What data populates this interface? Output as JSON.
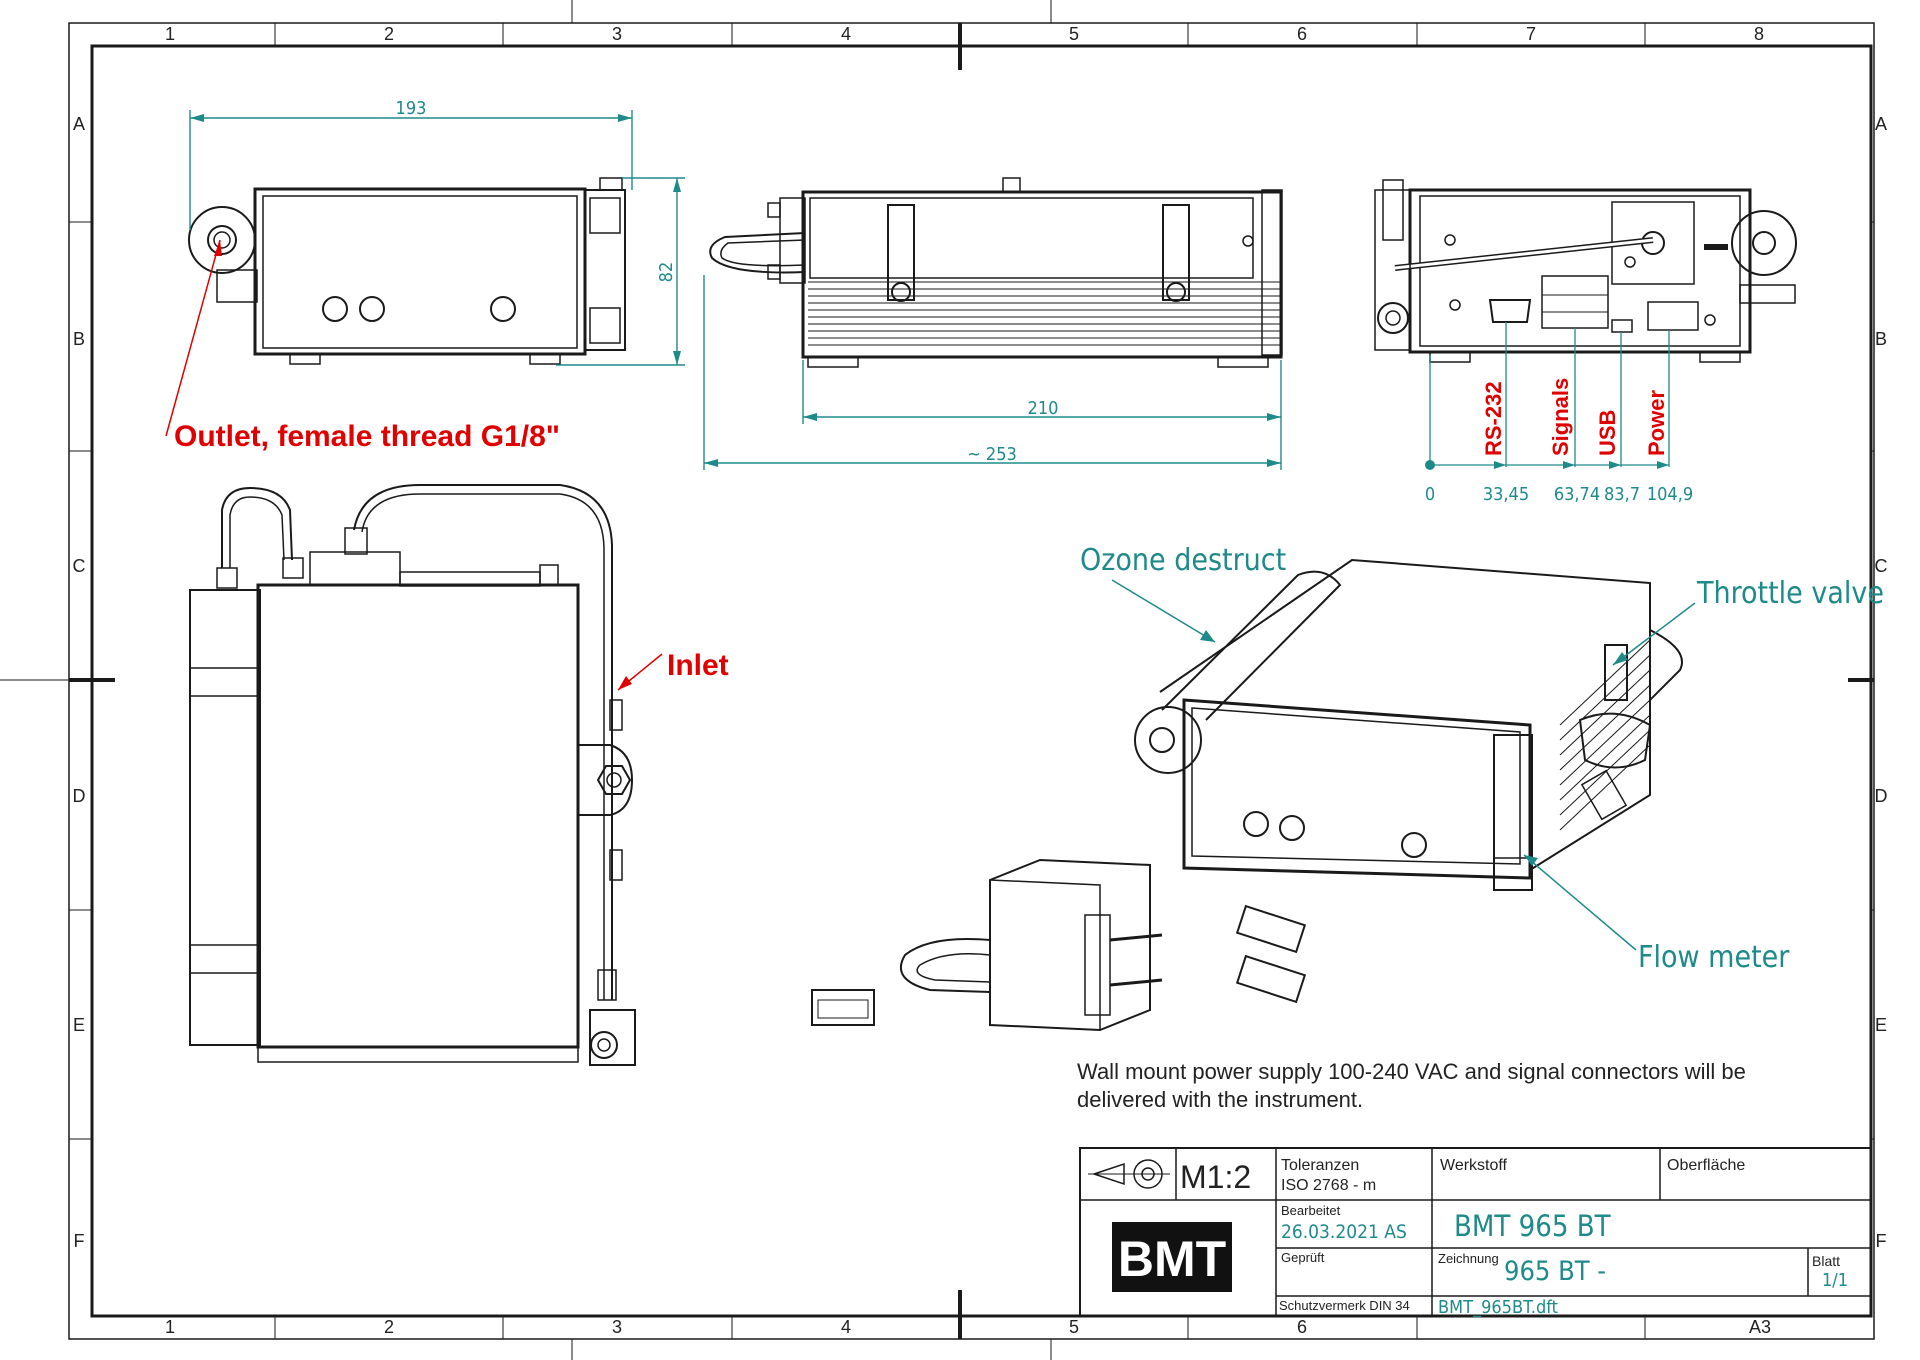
{
  "frame": {
    "columns": [
      "1",
      "2",
      "3",
      "4",
      "5",
      "6",
      "7",
      "8"
    ],
    "rows": [
      "A",
      "B",
      "C",
      "D",
      "E",
      "F"
    ]
  },
  "dimensions": {
    "top_width": "193",
    "top_height": "82",
    "side_inner": "210",
    "side_outer": "~ 253",
    "rear_0": "0",
    "rear_1": "33,45",
    "rear_2": "63,74",
    "rear_3": "83,7",
    "rear_4": "104,9"
  },
  "connectors": [
    "RS-232",
    "Signals",
    "USB",
    "Power"
  ],
  "callouts": {
    "outlet": "Outlet, female thread G1/8\"",
    "inlet": "Inlet",
    "ozone": "Ozone destruct",
    "throttle": "Throttle valve",
    "flow": "Flow meter"
  },
  "note": {
    "line1": "Wall mount power supply 100-240 VAC and signal connectors will be",
    "line2": "delivered with the instrument."
  },
  "title_block": {
    "scale": "M1:2",
    "tol_label": "Toleranzen",
    "tol_value": "ISO 2768 - m",
    "material_label": "Werkstoff",
    "surface_label": "Oberfläche",
    "edited_label": "Bearbeitet",
    "edited_value": "26.03.2021 AS",
    "checked_label": "Geprüft",
    "protection_label": "Schutzvermerk DIN 34",
    "logo": "BMT",
    "title": "BMT 965 BT",
    "drawing_label": "Zeichnung",
    "drawing_value": "965 BT -",
    "sheet_label": "Blatt",
    "sheet_value": "1/1",
    "file": "BMT_965BT.dft",
    "format": "A3"
  }
}
